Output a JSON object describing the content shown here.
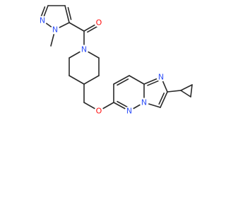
{
  "molecule": {
    "colors": {
      "bond": "#2a2a2a",
      "nitrogen": "#3050f8",
      "oxygen": "#ff0d0d",
      "carbon": "#2a2a2a",
      "background": "#ffffff"
    },
    "atom_labels": {
      "n_imidazole": "N",
      "n_bridge": "N",
      "n_pyridazine": "N",
      "o_ether": "O",
      "n_piperidine": "N",
      "o_carbonyl": "O",
      "n_pyrazole_1": "N",
      "n_pyrazole_2": "N"
    }
  }
}
